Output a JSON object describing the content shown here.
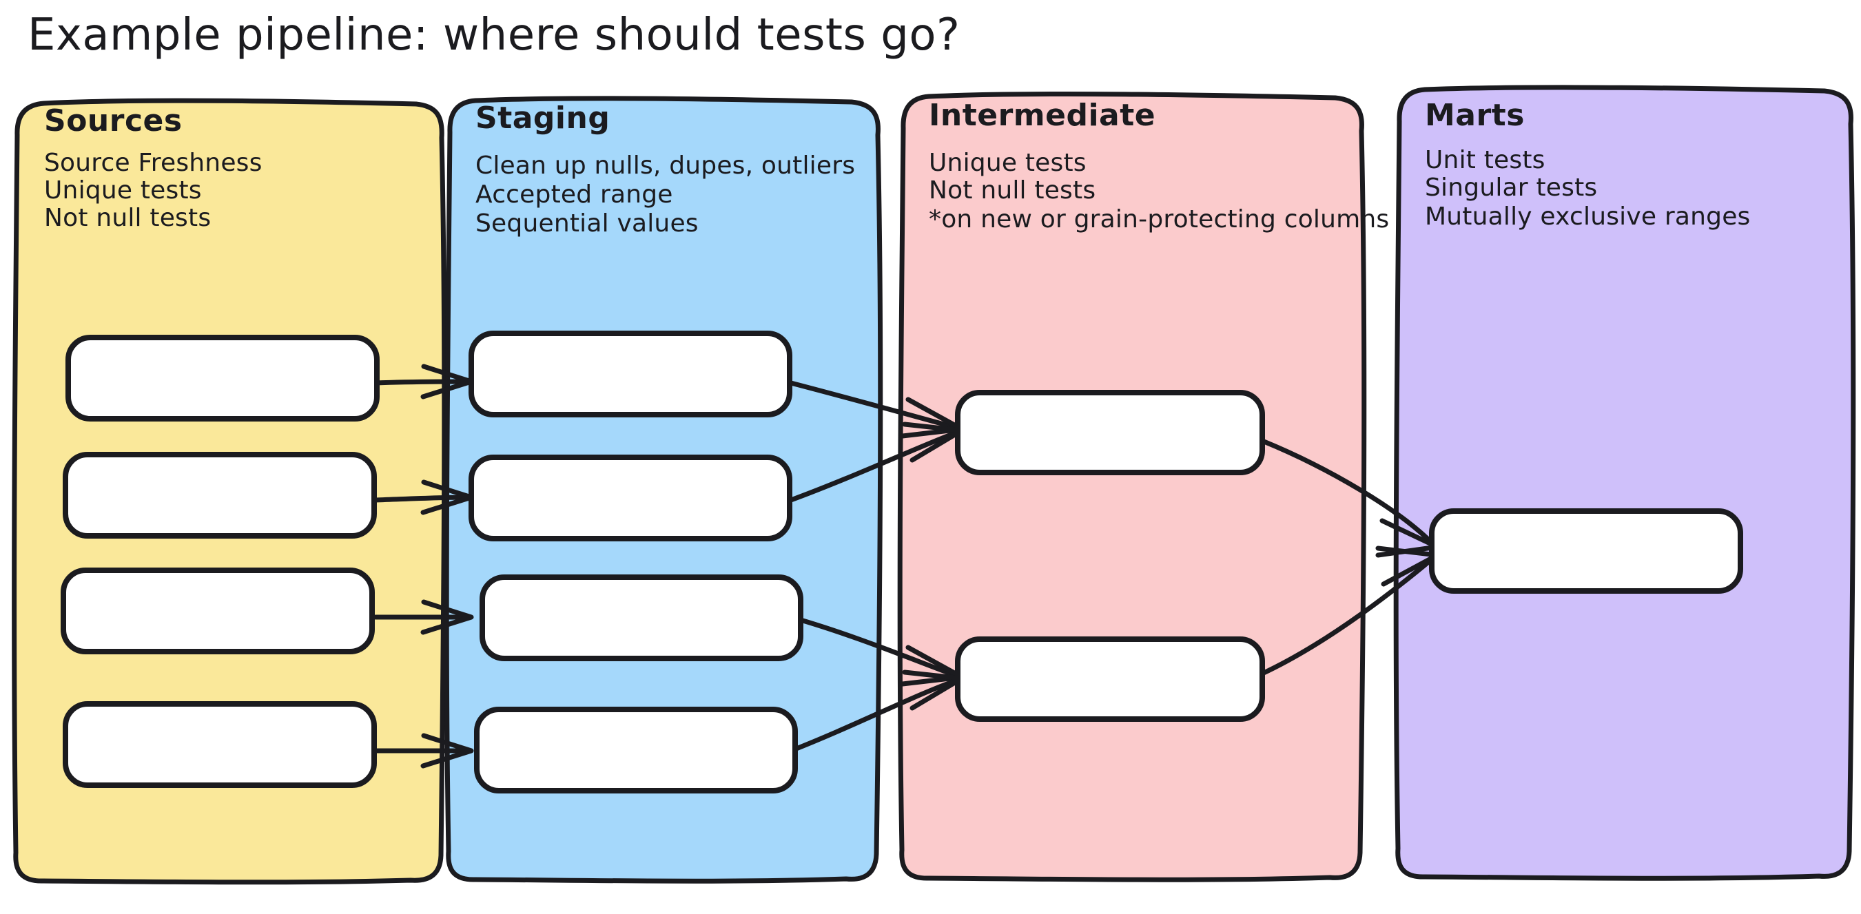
{
  "title": "Example pipeline: where should tests go?",
  "palette": {
    "sources_fill": "#FAE89A",
    "staging_fill": "#A5D8FB",
    "intermediate_fill": "#FBCBCC",
    "marts_fill": "#CFC0FA",
    "node_fill": "#FFFFFF",
    "stroke": "#1b1b1f",
    "background": "#FFFFFF"
  },
  "columns": [
    {
      "id": "sources",
      "heading": "Sources",
      "lines": [
        "Source Freshness",
        "Unique tests",
        "Not null tests"
      ],
      "node_count": 4
    },
    {
      "id": "staging",
      "heading": "Staging",
      "lines": [
        "Clean up nulls, dupes, outliers",
        "Accepted range",
        "Sequential values"
      ],
      "node_count": 4
    },
    {
      "id": "intermediate",
      "heading": "Intermediate",
      "lines": [
        "Unique tests",
        "Not null tests",
        "*on new or grain-protecting columns only"
      ],
      "node_count": 2
    },
    {
      "id": "marts",
      "heading": "Marts",
      "lines": [
        "Unit tests",
        "Singular tests",
        "Mutually exclusive ranges"
      ],
      "node_count": 1
    }
  ],
  "edges": [
    {
      "from": "sources-node-1",
      "to": "staging-node-1"
    },
    {
      "from": "sources-node-2",
      "to": "staging-node-2"
    },
    {
      "from": "sources-node-3",
      "to": "staging-node-3"
    },
    {
      "from": "sources-node-4",
      "to": "staging-node-4"
    },
    {
      "from": "staging-node-1",
      "to": "intermediate-node-1"
    },
    {
      "from": "staging-node-2",
      "to": "intermediate-node-1"
    },
    {
      "from": "staging-node-3",
      "to": "intermediate-node-2"
    },
    {
      "from": "staging-node-4",
      "to": "intermediate-node-2"
    },
    {
      "from": "intermediate-node-1",
      "to": "marts-node-1"
    },
    {
      "from": "intermediate-node-2",
      "to": "marts-node-1"
    }
  ]
}
